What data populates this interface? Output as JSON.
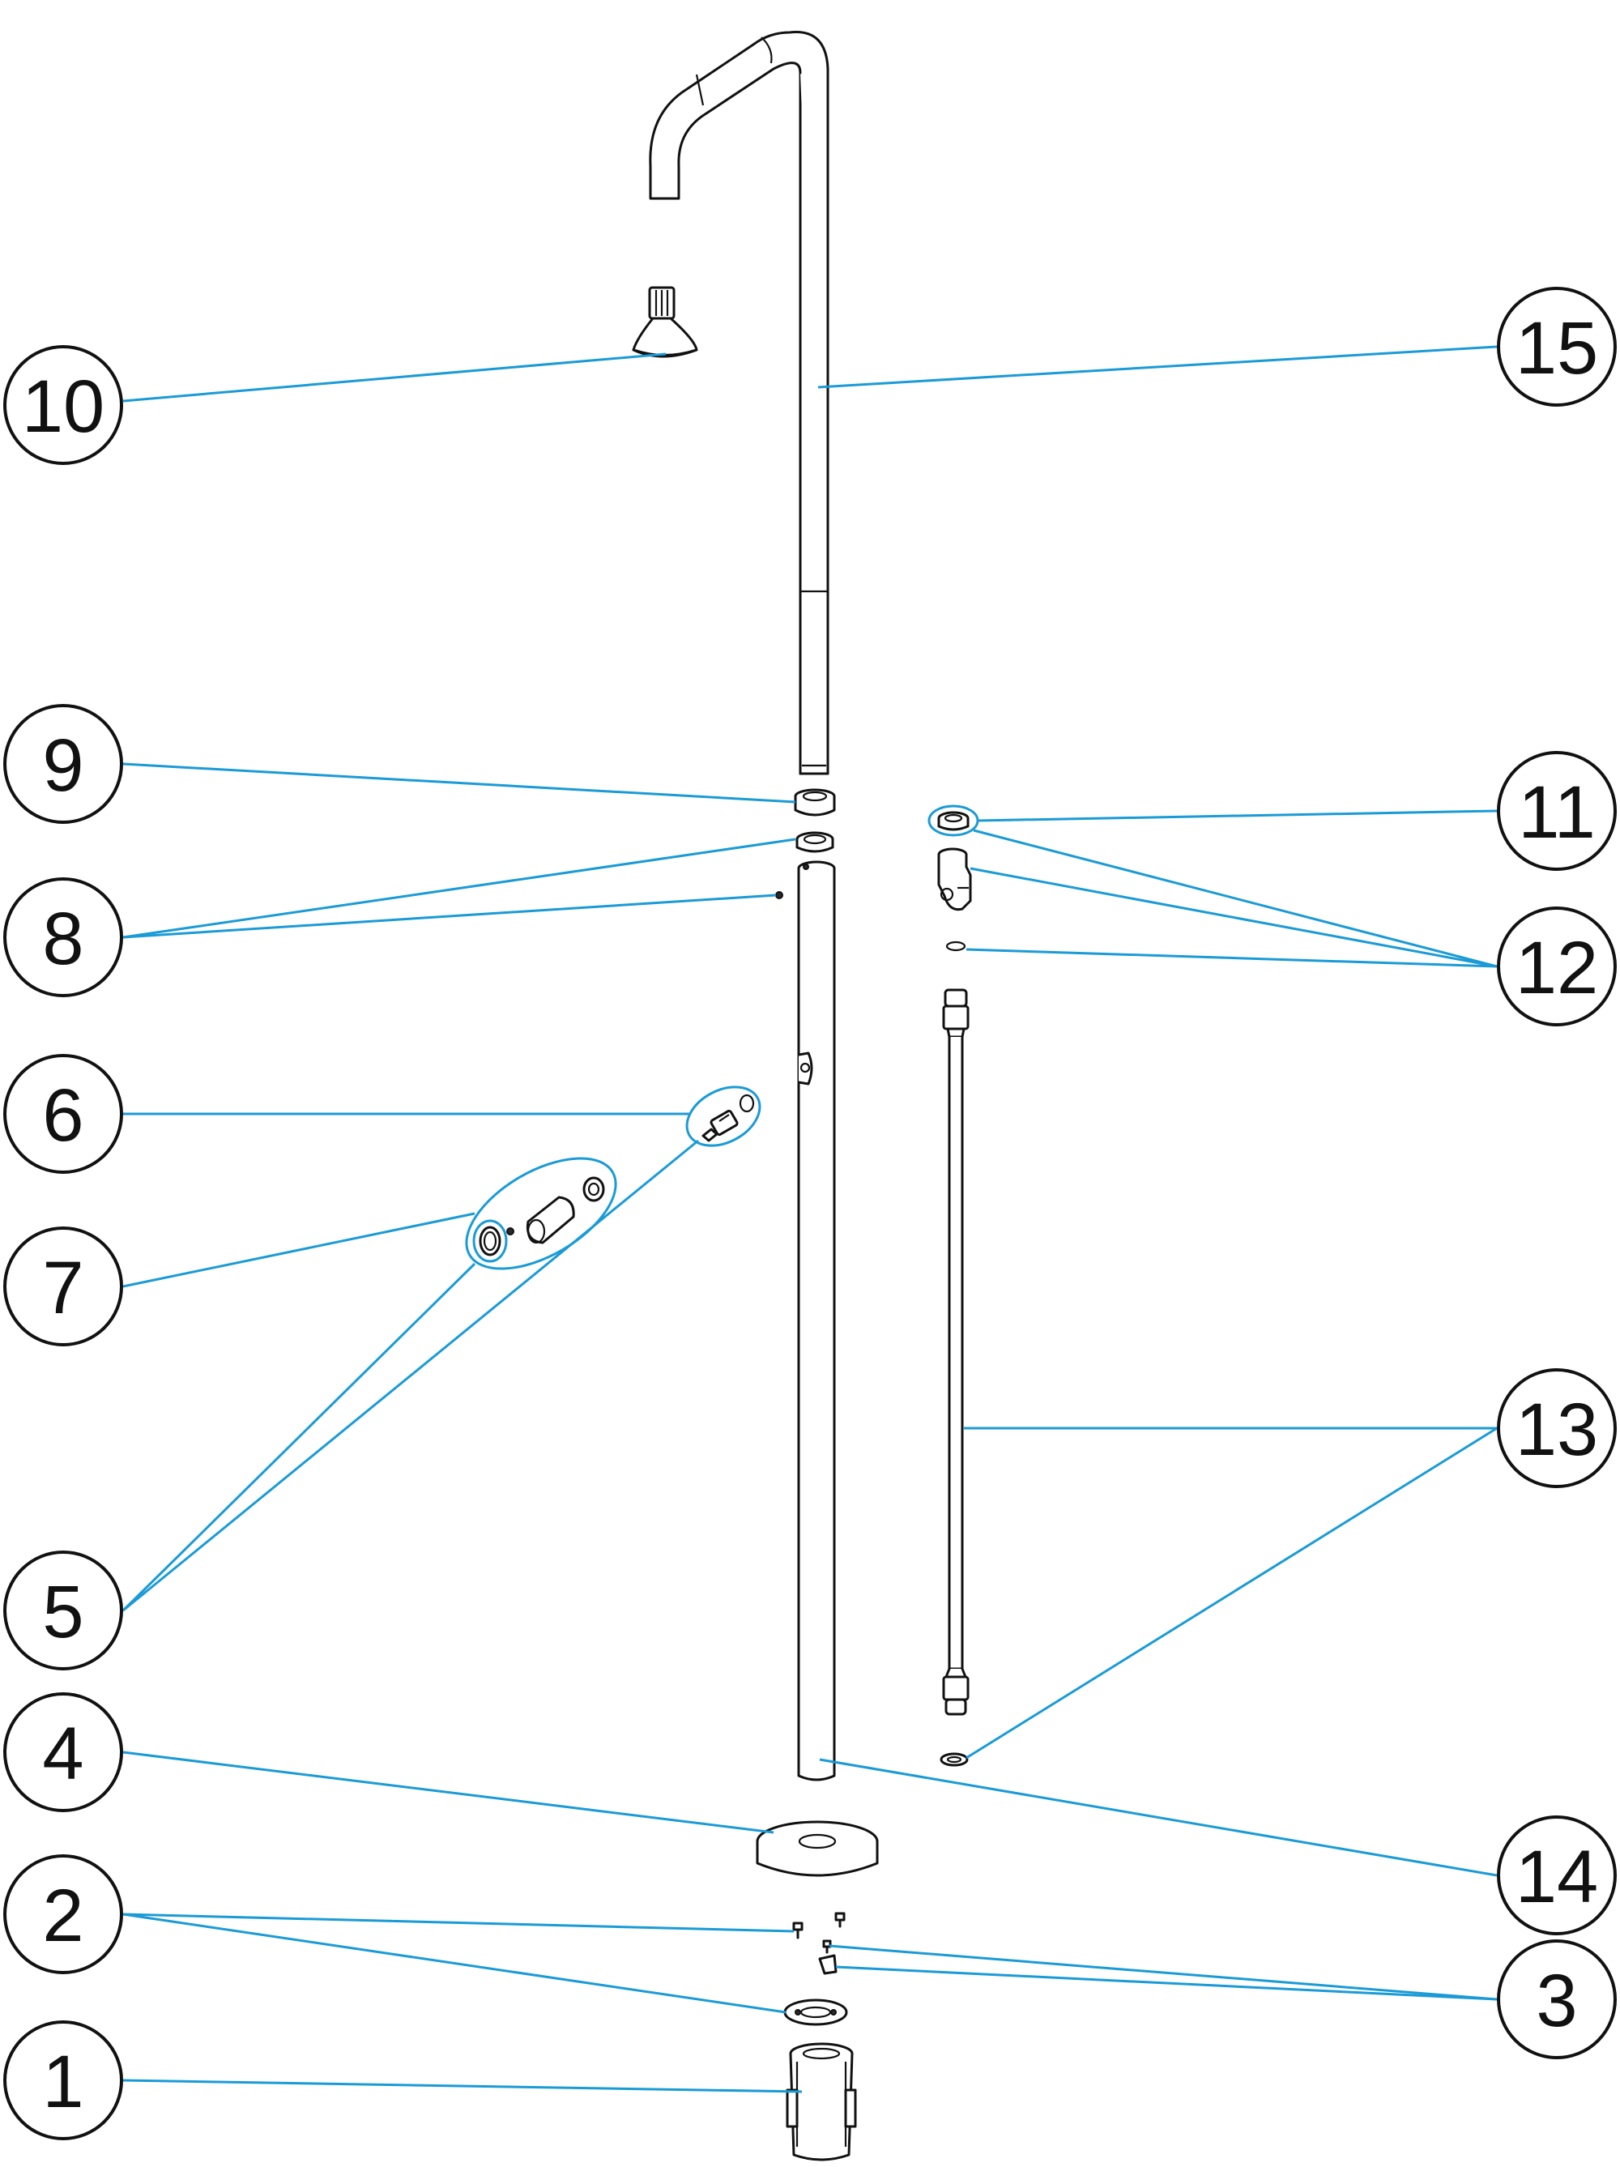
{
  "diagram": {
    "callouts": [
      {
        "id": "1",
        "label": "1"
      },
      {
        "id": "2",
        "label": "2"
      },
      {
        "id": "3",
        "label": "3"
      },
      {
        "id": "4",
        "label": "4"
      },
      {
        "id": "5",
        "label": "5"
      },
      {
        "id": "6",
        "label": "6"
      },
      {
        "id": "7",
        "label": "7"
      },
      {
        "id": "8",
        "label": "8"
      },
      {
        "id": "9",
        "label": "9"
      },
      {
        "id": "10",
        "label": "10"
      },
      {
        "id": "11",
        "label": "11"
      },
      {
        "id": "12",
        "label": "12"
      },
      {
        "id": "13",
        "label": "13"
      },
      {
        "id": "14",
        "label": "14"
      },
      {
        "id": "15",
        "label": "15"
      }
    ],
    "colors": {
      "leader_line": "#1a9bd6",
      "outline": "#111111",
      "background": "#ffffff"
    }
  }
}
